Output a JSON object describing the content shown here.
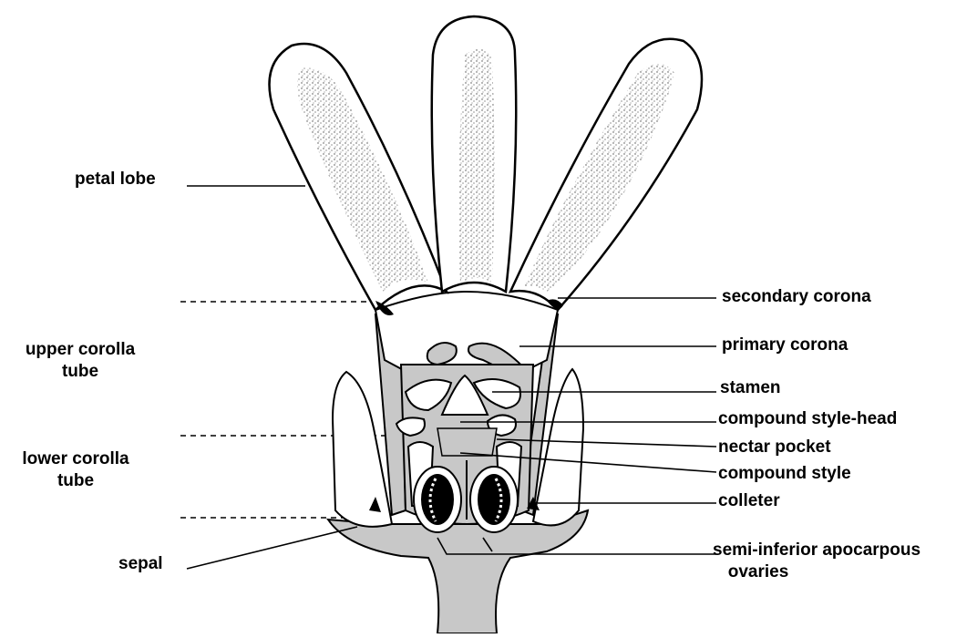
{
  "diagram": {
    "labels": {
      "petal_lobe": "petal lobe",
      "upper_corolla_tube_1": "upper corolla",
      "upper_corolla_tube_2": "tube",
      "lower_corolla_tube_1": "lower corolla",
      "lower_corolla_tube_2": "tube",
      "sepal": "sepal",
      "secondary_corona": "secondary corona",
      "primary_corona": "primary corona",
      "stamen": "stamen",
      "compound_style_head": "compound style-head",
      "nectar_pocket": "nectar pocket",
      "compound_style": "compound style",
      "colleter": "colleter",
      "ovaries_1": "semi-inferior apocarpous",
      "ovaries_2": "ovaries"
    },
    "colors": {
      "tissue_fill": "#c8c8c8",
      "outline": "#000000",
      "background": "#ffffff"
    }
  }
}
